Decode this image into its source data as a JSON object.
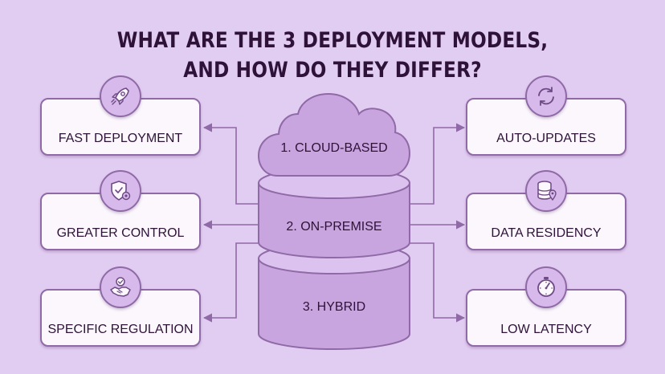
{
  "title": {
    "line1": "WHAT ARE THE 3 DEPLOYMENT MODELS,",
    "line2": "AND HOW DO THEY DIFFER?"
  },
  "models": {
    "cloud": "1. CLOUD-BASED",
    "on_premise": "2. ON-PREMISE",
    "hybrid": "3. HYBRID"
  },
  "left_cards": [
    {
      "label": "FAST DEPLOYMENT",
      "icon": "rocket-icon"
    },
    {
      "label": "GREATER CONTROL",
      "icon": "shield-gear-icon"
    },
    {
      "label": "SPECIFIC REGULATION",
      "icon": "handshake-badge-icon"
    }
  ],
  "right_cards": [
    {
      "label": "AUTO-UPDATES",
      "icon": "sync-icon"
    },
    {
      "label": "DATA RESIDENCY",
      "icon": "database-location-icon"
    },
    {
      "label": "LOW LATENCY",
      "icon": "stopwatch-icon"
    }
  ],
  "colors": {
    "background": "#e2cdf2",
    "accent": "#8f6aa6",
    "badge_fill": "#d7baeb",
    "shape_fill": "#c9a5e0",
    "text": "#2e1238"
  }
}
